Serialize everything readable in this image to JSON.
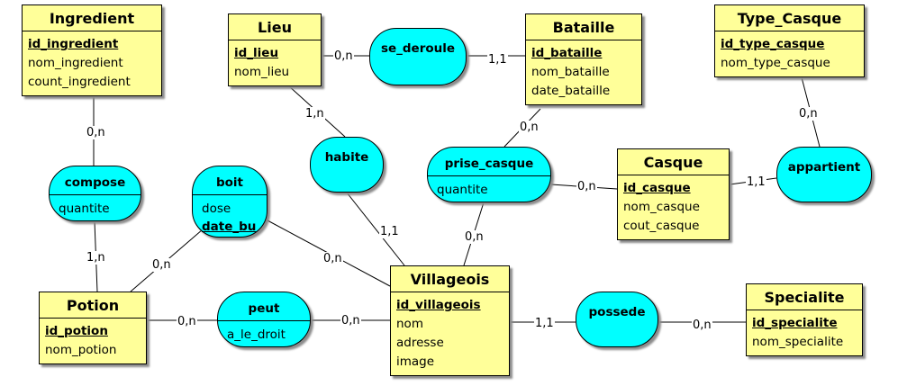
{
  "entities": {
    "ingredient": {
      "title": "Ingredient",
      "attributes": [
        {
          "name": "id_ingredient",
          "key": true
        },
        {
          "name": "nom_ingredient",
          "key": false
        },
        {
          "name": "count_ingredient",
          "key": false
        }
      ]
    },
    "lieu": {
      "title": "Lieu",
      "attributes": [
        {
          "name": "id_lieu",
          "key": true
        },
        {
          "name": "nom_lieu",
          "key": false
        }
      ]
    },
    "bataille": {
      "title": "Bataille",
      "attributes": [
        {
          "name": "id_bataille",
          "key": true
        },
        {
          "name": "nom_bataille",
          "key": false
        },
        {
          "name": "date_bataille",
          "key": false
        }
      ]
    },
    "type_casque": {
      "title": "Type_Casque",
      "attributes": [
        {
          "name": "id_type_casque",
          "key": true
        },
        {
          "name": "nom_type_casque",
          "key": false
        }
      ]
    },
    "casque": {
      "title": "Casque",
      "attributes": [
        {
          "name": "id_casque",
          "key": true
        },
        {
          "name": "nom_casque",
          "key": false
        },
        {
          "name": "cout_casque",
          "key": false
        }
      ]
    },
    "potion": {
      "title": "Potion",
      "attributes": [
        {
          "name": "id_potion",
          "key": true
        },
        {
          "name": "nom_potion",
          "key": false
        }
      ]
    },
    "villageois": {
      "title": "Villageois",
      "attributes": [
        {
          "name": "id_villageois",
          "key": true
        },
        {
          "name": "nom",
          "key": false
        },
        {
          "name": "adresse",
          "key": false
        },
        {
          "name": "image",
          "key": false
        }
      ]
    },
    "specialite": {
      "title": "Specialite",
      "attributes": [
        {
          "name": "id_specialite",
          "key": true
        },
        {
          "name": "nom_specialite",
          "key": false
        }
      ]
    }
  },
  "associations": {
    "se_deroule": {
      "title": "se_deroule",
      "attributes": []
    },
    "compose": {
      "title": "compose",
      "attributes": [
        {
          "name": "quantite",
          "key": false
        }
      ]
    },
    "boit": {
      "title": "boit",
      "attributes": [
        {
          "name": "dose",
          "key": false
        },
        {
          "name": "date_bu",
          "key": true
        }
      ]
    },
    "habite": {
      "title": "habite",
      "attributes": []
    },
    "prise_casque": {
      "title": "prise_casque",
      "attributes": [
        {
          "name": "quantite",
          "key": false
        }
      ]
    },
    "appartient": {
      "title": "appartient",
      "attributes": []
    },
    "peut": {
      "title": "peut",
      "attributes": [
        {
          "name": "a_le_droit",
          "key": false
        }
      ]
    },
    "possede": {
      "title": "possede",
      "attributes": []
    }
  },
  "links": [
    {
      "from": "lieu",
      "to": "se_deroule",
      "cardinality": "0,n"
    },
    {
      "from": "bataille",
      "to": "se_deroule",
      "cardinality": "1,1"
    },
    {
      "from": "ingredient",
      "to": "compose",
      "cardinality": "0,n"
    },
    {
      "from": "potion",
      "to": "compose",
      "cardinality": "1,n"
    },
    {
      "from": "lieu",
      "to": "habite",
      "cardinality": "1,n"
    },
    {
      "from": "villageois",
      "to": "habite",
      "cardinality": "1,1"
    },
    {
      "from": "bataille",
      "to": "prise_casque",
      "cardinality": "0,n"
    },
    {
      "from": "casque",
      "to": "prise_casque",
      "cardinality": "0,n"
    },
    {
      "from": "villageois",
      "to": "prise_casque",
      "cardinality": "0,n"
    },
    {
      "from": "type_casque",
      "to": "appartient",
      "cardinality": "0,n"
    },
    {
      "from": "casque",
      "to": "appartient",
      "cardinality": "1,1"
    },
    {
      "from": "potion",
      "to": "boit",
      "cardinality": "0,n"
    },
    {
      "from": "villageois",
      "to": "boit",
      "cardinality": "0,n"
    },
    {
      "from": "potion",
      "to": "peut",
      "cardinality": "0,n"
    },
    {
      "from": "villageois",
      "to": "peut",
      "cardinality": "0,n"
    },
    {
      "from": "villageois",
      "to": "possede",
      "cardinality": "1,1"
    },
    {
      "from": "specialite",
      "to": "possede",
      "cardinality": "0,n"
    }
  ],
  "colors": {
    "entity_fill": "#ffff99",
    "association_fill": "#00ffff",
    "border": "#000000",
    "shadow": "#8c8c8c"
  }
}
